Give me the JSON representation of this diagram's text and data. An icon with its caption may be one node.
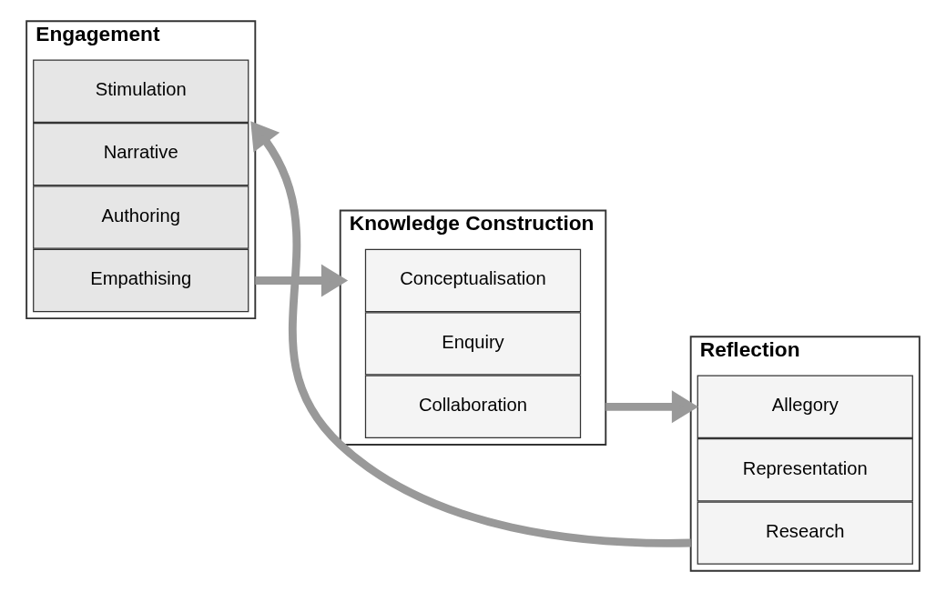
{
  "diagram": {
    "nodes": [
      {
        "text": [
          "Engagement"
        ]
      },
      {
        "text": [
          "Stimulation"
        ],
        "in": 0
      },
      {
        "text": [
          "Narrative"
        ],
        "in": 0
      },
      {
        "text": [
          "Authoring"
        ],
        "in": 0
      },
      {
        "text": [
          "Empathising"
        ],
        "in": 0
      },
      {
        "text": [
          "Knowledge Construction"
        ]
      },
      {
        "text": [
          "Conceptualisation"
        ],
        "in": 5
      },
      {
        "text": [
          "Enquiry"
        ],
        "in": 5
      },
      {
        "text": [
          "Collaboration"
        ],
        "in": 5
      },
      {
        "text": [
          "Reflection"
        ]
      },
      {
        "text": [
          "Allegory"
        ],
        "in": 9
      },
      {
        "text": [
          "Representation"
        ],
        "in": 9
      },
      {
        "text": [
          "Research"
        ],
        "in": 9
      }
    ],
    "edges": [
      {
        "from": 0,
        "to": 5,
        "arrow": "to"
      },
      {
        "from": 5,
        "to": 9,
        "arrow": "to"
      },
      {
        "from": 9,
        "to": 0,
        "arrow": "to"
      }
    ]
  }
}
